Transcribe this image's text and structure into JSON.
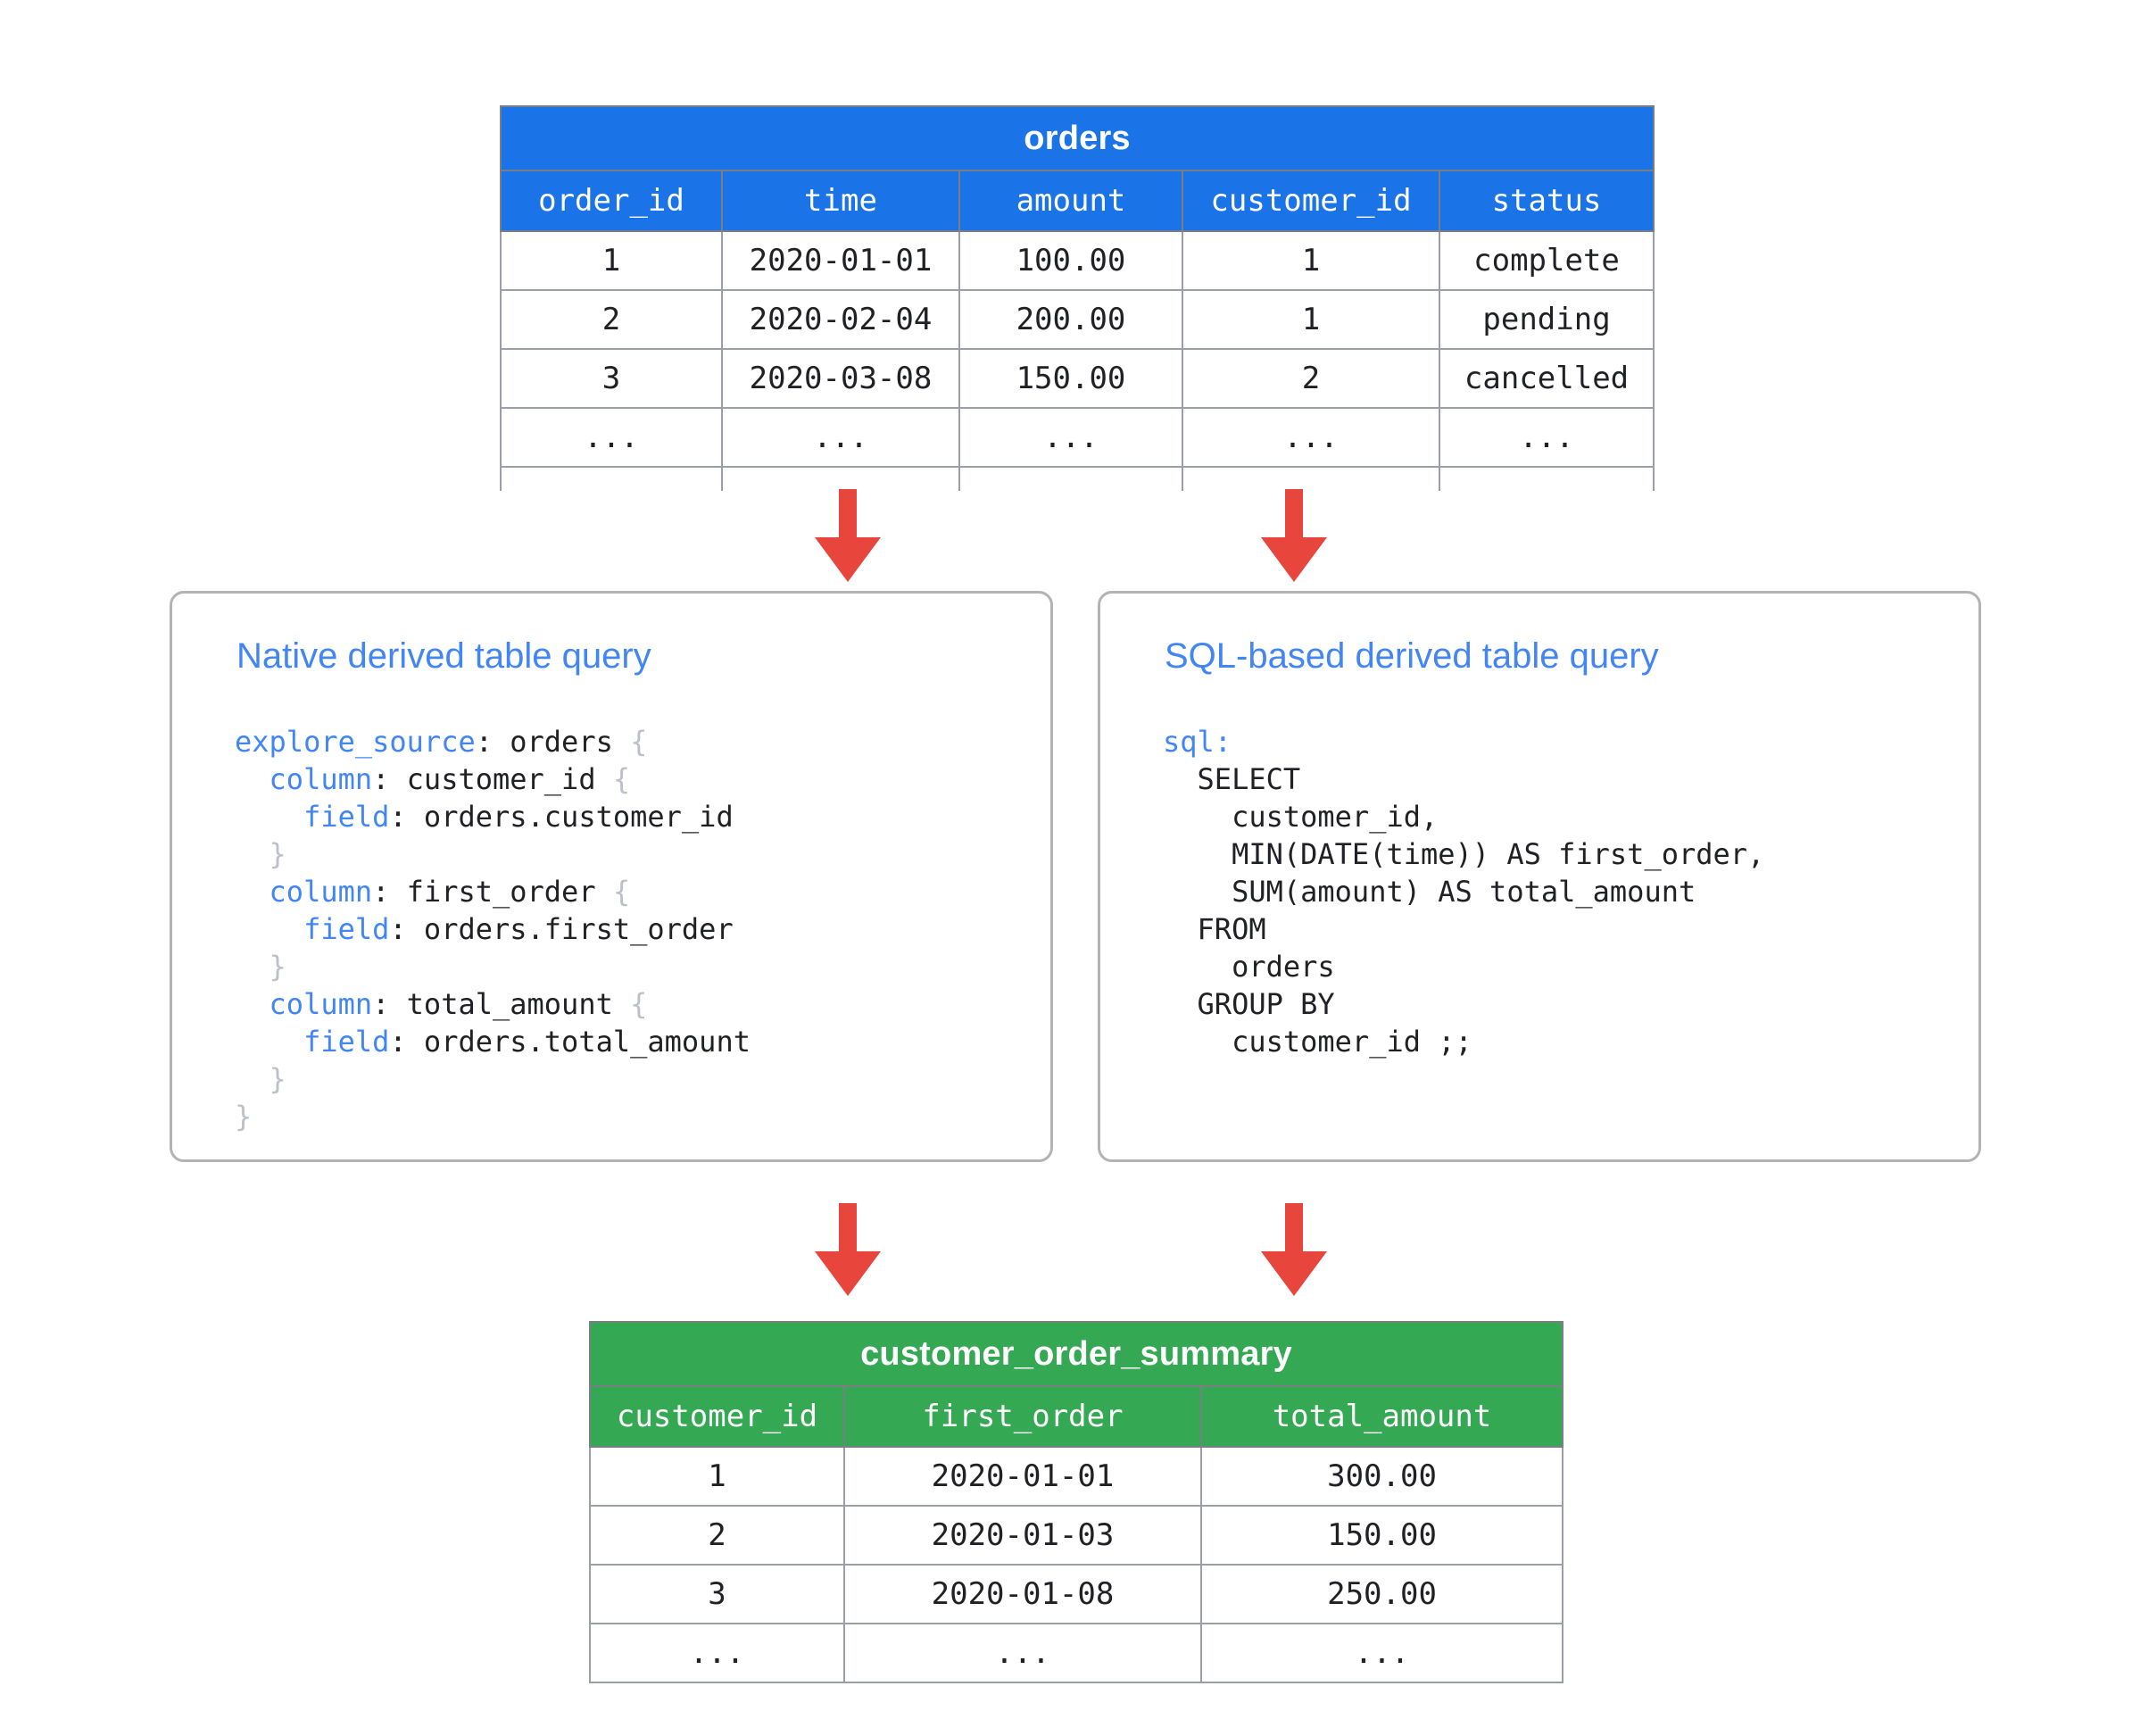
{
  "colors": {
    "orders_header": "#1b73e8",
    "summary_header": "#34a853",
    "arrow": "#e8453c",
    "panel_title": "#4285f4",
    "panel_border": "#b3b3b3",
    "keyword": "#4285f4",
    "brace": "#bdc1c6"
  },
  "orders_table": {
    "title": "orders",
    "columns": [
      "order_id",
      "time",
      "amount",
      "customer_id",
      "status"
    ],
    "rows": [
      [
        "1",
        "2020-01-01",
        "100.00",
        "1",
        "complete"
      ],
      [
        "2",
        "2020-02-04",
        "200.00",
        "1",
        "pending"
      ],
      [
        "3",
        "2020-03-08",
        "150.00",
        "2",
        "cancelled"
      ],
      [
        "...",
        "...",
        "...",
        "...",
        "..."
      ],
      [
        "",
        "",
        "",
        "",
        ""
      ]
    ]
  },
  "summary_table": {
    "title": "customer_order_summary",
    "columns": [
      "customer_id",
      "first_order",
      "total_amount"
    ],
    "rows": [
      [
        "1",
        "2020-01-01",
        "300.00"
      ],
      [
        "2",
        "2020-01-03",
        "150.00"
      ],
      [
        "3",
        "2020-01-08",
        "250.00"
      ],
      [
        "...",
        "...",
        "..."
      ]
    ]
  },
  "native_panel": {
    "title": "Native derived table query",
    "code_lines": [
      [
        {
          "t": "explore_source",
          "c": "kw"
        },
        {
          "t": ": orders ",
          "c": "pl"
        },
        {
          "t": "{",
          "c": "brc"
        }
      ],
      [
        {
          "t": "  ",
          "c": "pl"
        },
        {
          "t": "column",
          "c": "kw"
        },
        {
          "t": ": customer_id ",
          "c": "pl"
        },
        {
          "t": "{",
          "c": "brc"
        }
      ],
      [
        {
          "t": "    ",
          "c": "pl"
        },
        {
          "t": "field",
          "c": "kw"
        },
        {
          "t": ": orders.customer_id",
          "c": "pl"
        }
      ],
      [
        {
          "t": "  ",
          "c": "pl"
        },
        {
          "t": "}",
          "c": "brc"
        }
      ],
      [
        {
          "t": "  ",
          "c": "pl"
        },
        {
          "t": "column",
          "c": "kw"
        },
        {
          "t": ": first_order ",
          "c": "pl"
        },
        {
          "t": "{",
          "c": "brc"
        }
      ],
      [
        {
          "t": "    ",
          "c": "pl"
        },
        {
          "t": "field",
          "c": "kw"
        },
        {
          "t": ": orders.first_order",
          "c": "pl"
        }
      ],
      [
        {
          "t": "  ",
          "c": "pl"
        },
        {
          "t": "}",
          "c": "brc"
        }
      ],
      [
        {
          "t": "  ",
          "c": "pl"
        },
        {
          "t": "column",
          "c": "kw"
        },
        {
          "t": ": total_amount ",
          "c": "pl"
        },
        {
          "t": "{",
          "c": "brc"
        }
      ],
      [
        {
          "t": "    ",
          "c": "pl"
        },
        {
          "t": "field",
          "c": "kw"
        },
        {
          "t": ": orders.total_amount",
          "c": "pl"
        }
      ],
      [
        {
          "t": "  ",
          "c": "pl"
        },
        {
          "t": "}",
          "c": "brc"
        }
      ],
      [
        {
          "t": "}",
          "c": "brc"
        }
      ]
    ]
  },
  "sql_panel": {
    "title": "SQL-based derived table query",
    "code_lines": [
      [
        {
          "t": "sql:",
          "c": "kw"
        }
      ],
      [
        {
          "t": "  SELECT",
          "c": "pl"
        }
      ],
      [
        {
          "t": "    customer_id,",
          "c": "pl"
        }
      ],
      [
        {
          "t": "    MIN(DATE(time)) AS first_order,",
          "c": "pl"
        }
      ],
      [
        {
          "t": "    SUM(amount) AS total_amount",
          "c": "pl"
        }
      ],
      [
        {
          "t": "  FROM",
          "c": "pl"
        }
      ],
      [
        {
          "t": "    orders",
          "c": "pl"
        }
      ],
      [
        {
          "t": "  GROUP BY",
          "c": "pl"
        }
      ],
      [
        {
          "t": "    customer_id ;;",
          "c": "pl"
        }
      ]
    ]
  },
  "arrows": [
    {
      "name": "orders-to-native",
      "label": "down-arrow"
    },
    {
      "name": "orders-to-sql",
      "label": "down-arrow"
    },
    {
      "name": "native-to-summary",
      "label": "down-arrow"
    },
    {
      "name": "sql-to-summary",
      "label": "down-arrow"
    }
  ]
}
